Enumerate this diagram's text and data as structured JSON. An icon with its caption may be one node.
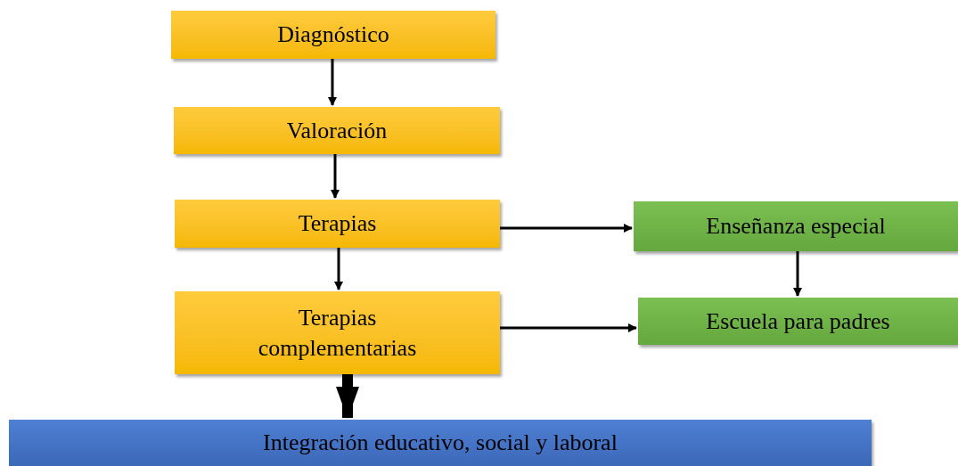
{
  "diagram": {
    "nodes": [
      {
        "text": [
          "Diagnóstico"
        ]
      },
      {
        "text": [
          "Valoración"
        ]
      },
      {
        "text": [
          "Terapias"
        ]
      },
      {
        "text": [
          "Terapias complementarias"
        ]
      },
      {
        "text": [
          "Enseñanza especial"
        ]
      },
      {
        "text": [
          "Escuela para padres"
        ]
      },
      {
        "text": [
          "Integración educativo, social y laboral"
        ]
      }
    ],
    "edges": [
      {
        "from": 0,
        "to": 1,
        "arrow": "to"
      },
      {
        "from": 1,
        "to": 2,
        "arrow": "to"
      },
      {
        "from": 2,
        "to": 3,
        "arrow": "to"
      },
      {
        "from": 2,
        "to": 4,
        "arrow": "to"
      },
      {
        "from": 4,
        "to": 5,
        "arrow": "to"
      },
      {
        "from": 3,
        "to": 5,
        "arrow": "to"
      },
      {
        "from": 3,
        "to": 6,
        "arrow": "to",
        "style": "thick"
      }
    ]
  }
}
